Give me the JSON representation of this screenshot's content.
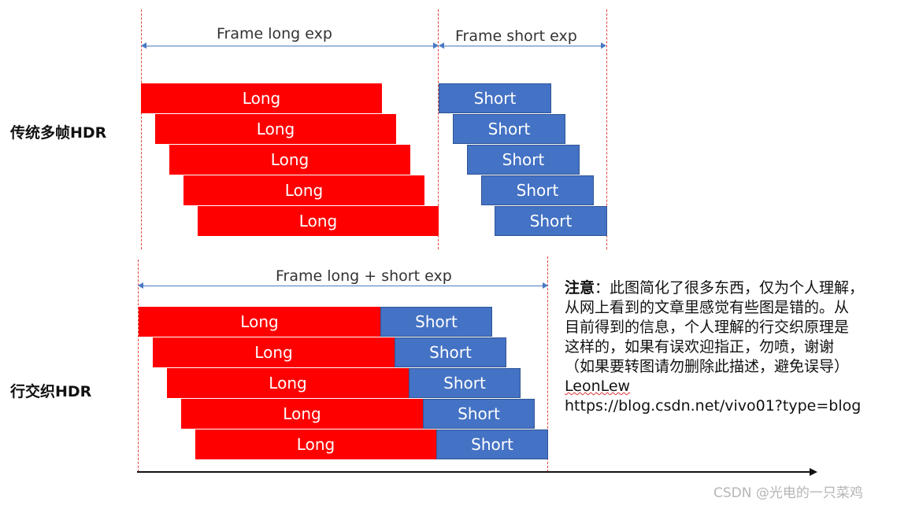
{
  "spans": {
    "top_long": "Frame long exp",
    "top_short": "Frame short exp",
    "bottom": "Frame long + short exp"
  },
  "rows": {
    "traditional": "传统多帧HDR",
    "interleaved": "行交织HDR"
  },
  "bars": {
    "long": "Long",
    "short": "Short"
  },
  "note": {
    "title": "注意",
    "line1": "：此图简化了很多东西，仅为个人理解，",
    "line2": "从网上看到的文章里感觉有些图是错的。从",
    "line3": "目前得到的信息，个人理解的行交织原理是",
    "line4": "这样的，如果有误欢迎指正，勿喷，谢谢",
    "line5": "（如果要转图请勿删除此描述，避免误导）",
    "author": "LeonLew",
    "url": "https://blog.csdn.net/vivo01?type=blog"
  },
  "watermark": "CSDN @光电的一只菜鸡",
  "colors": {
    "long": "#ff0000",
    "short": "#4472c4",
    "guide": "#e0413a",
    "span_arrow": "#4a78c4"
  }
}
